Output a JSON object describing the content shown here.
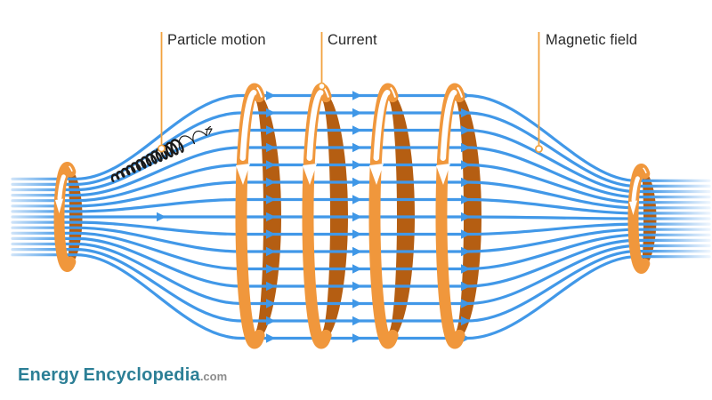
{
  "labels": {
    "particle_motion": "Particle motion",
    "current": "Current",
    "magnetic_field": "Magnetic field"
  },
  "logo": {
    "word1": "Energy",
    "word2": "Encyclopedia",
    "tld": ".com"
  },
  "colors": {
    "background": "#FFFFFF",
    "coil_front": "#F0973C",
    "coil_back": "#B55E12",
    "field_line": "#4198E8",
    "field_line_faded": "#C7DFF7",
    "field_arrow": "#3F97E7",
    "current_arrow": "#FFFFFF",
    "callout": "#F2A23E",
    "label_text": "#2A2A2A",
    "particle_path": "#1A1A1A",
    "logo_teal": "#2C7F96",
    "logo_gray": "#8C8C8C"
  }
}
